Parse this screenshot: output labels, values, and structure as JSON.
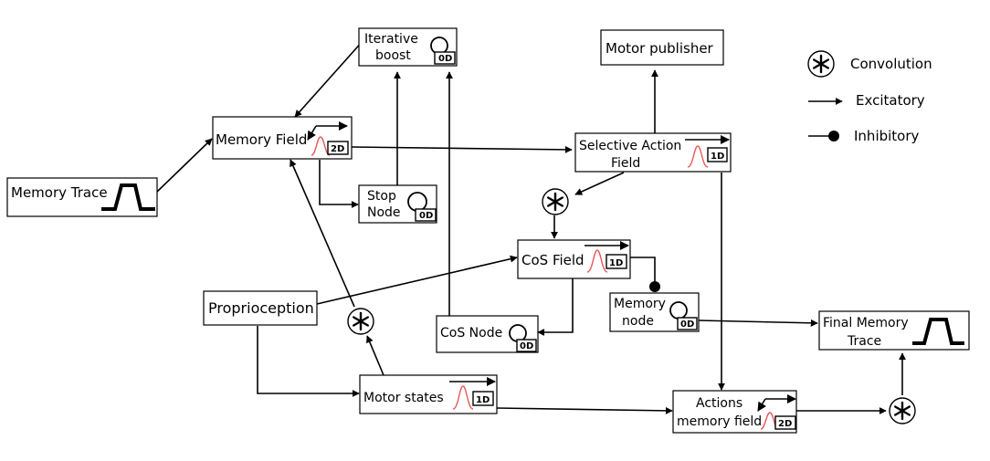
{
  "nodes": {
    "memory_trace": "Memory Trace",
    "iterative_boost": [
      "Iterative",
      "boost"
    ],
    "memory_field": "Memory Field",
    "stop_node": [
      "Stop",
      "Node"
    ],
    "motor_publisher": "Motor publisher",
    "selective_action_field": [
      "Selective Action",
      "Field"
    ],
    "cos_field": "CoS Field",
    "memory_node": [
      "Memory",
      "node"
    ],
    "proprioception": "Proprioception",
    "cos_node": "CoS Node",
    "motor_states": "Motor states",
    "actions_memory_field": [
      "Actions",
      "memory field"
    ],
    "final_memory_trace": [
      "Final Memory",
      "Trace"
    ]
  },
  "dims": {
    "zero": "0D",
    "one": "1D",
    "two": "2D"
  },
  "legend": {
    "convolution": "Convolution",
    "excitatory": "Excitatory",
    "inhibitory": "Inhibitory"
  }
}
